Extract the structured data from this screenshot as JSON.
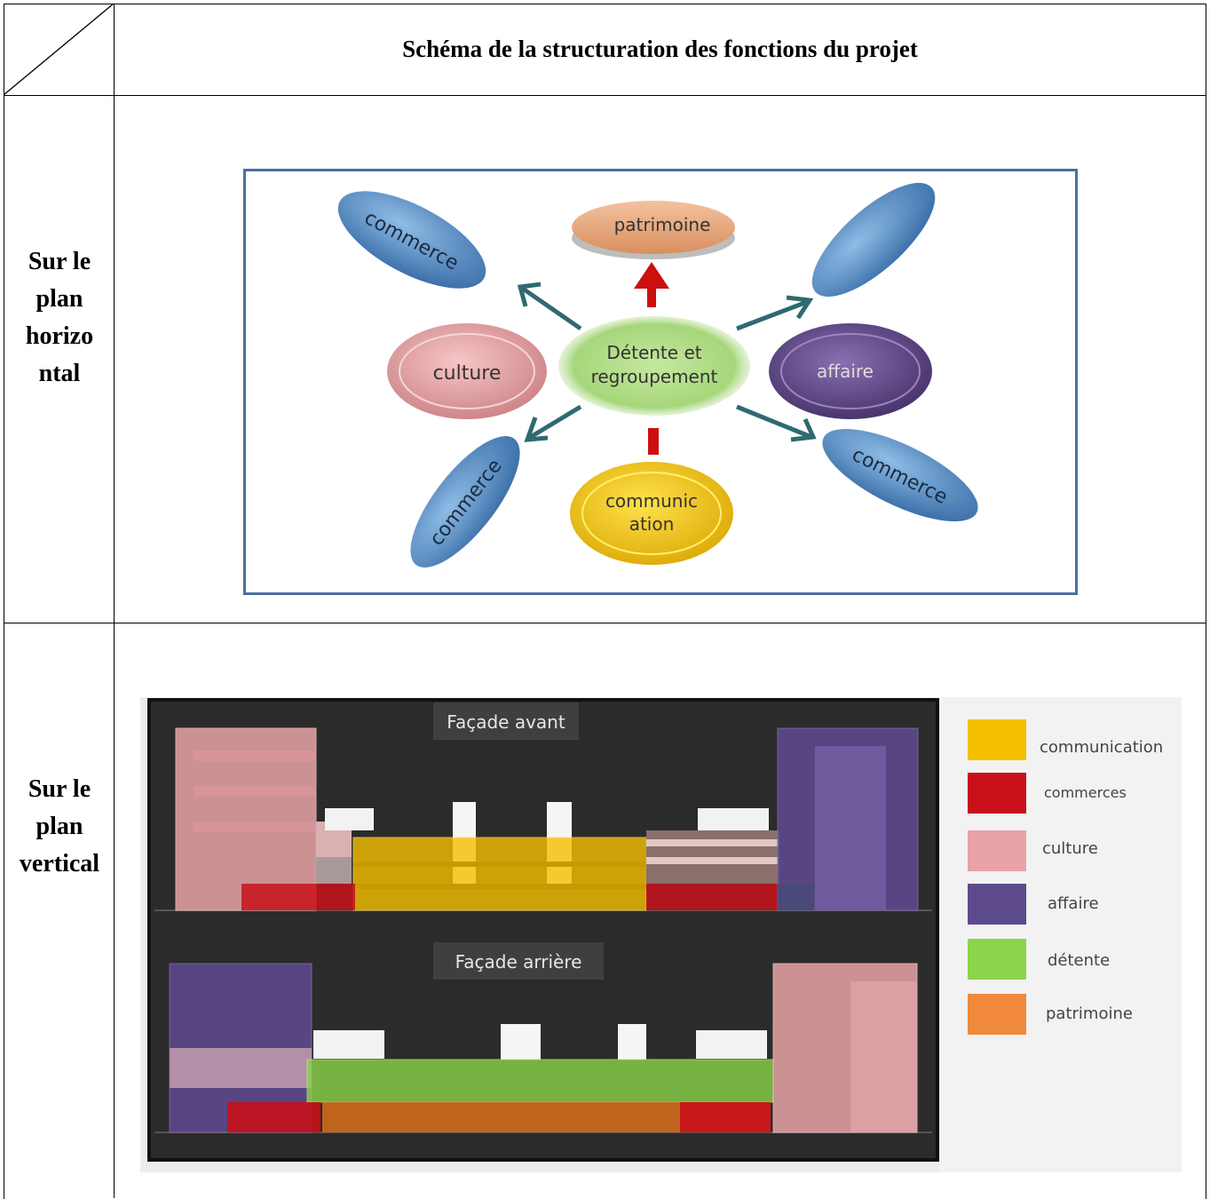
{
  "header": {
    "title": "Schéma de la structuration des fonctions  du projet"
  },
  "rows": [
    {
      "label_lines": [
        "Sur le",
        "plan",
        "horizo",
        "ntal"
      ]
    },
    {
      "label_lines": [
        "Sur le",
        "plan",
        "vertical"
      ]
    }
  ],
  "horizontal_diagram": {
    "center": [
      "Détente et",
      "regroupement"
    ],
    "nodes": {
      "top": "patrimoine",
      "left": "culture",
      "right": "affaire",
      "bottom": [
        "communic",
        "ation"
      ],
      "top_left": "commerce",
      "top_right": "",
      "bottom_left": "commerce",
      "bottom_right": "commerce"
    }
  },
  "vertical_diagram": {
    "facade_front": "Façade avant",
    "facade_back": "Façade arrière",
    "legend": [
      {
        "label": "communication",
        "color": "#f5c000"
      },
      {
        "label": "commerces",
        "color": "#c8101a"
      },
      {
        "label": "culture",
        "color": "#e8a3a6"
      },
      {
        "label": "affaire",
        "color": "#5d4a8c"
      },
      {
        "label": "détente",
        "color": "#8cd44a"
      },
      {
        "label": "patrimoine",
        "color": "#f08a3a"
      }
    ]
  }
}
